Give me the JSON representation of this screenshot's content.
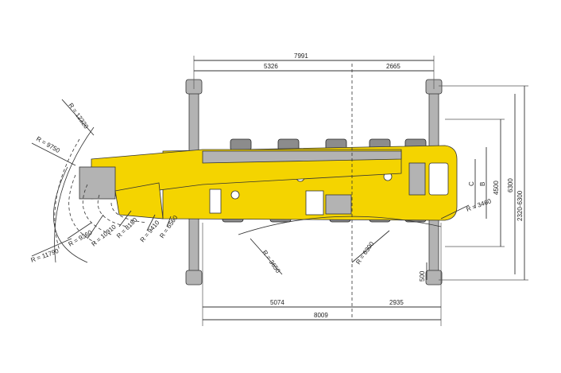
{
  "dimensions": {
    "top_total": "7991",
    "top_left": "5326",
    "top_right": "2665",
    "bottom_total": "8009",
    "bottom_left": "5074",
    "bottom_right": "2935",
    "right_a": "2320-6300",
    "right_b": "6300",
    "right_c": "4500",
    "letter_b": "B",
    "letter_c": "C",
    "outrigger": "500",
    "front_radius": "R = 3460",
    "turn_radius": "R = 6300",
    "rear_radius": "R = 3650"
  },
  "radii": {
    "r1": "R = 12320",
    "r2": "R = 9750",
    "r3": "R = 11790",
    "r4": "R = 9360",
    "r5": "R = 10910",
    "r6": "R = 8180",
    "r7": "R = 9410",
    "r8": "R = 6560"
  },
  "colors": {
    "body": "#f4d400",
    "tire": "#8c8c8c",
    "outrigger": "#b3b3b3",
    "line": "#333333"
  }
}
